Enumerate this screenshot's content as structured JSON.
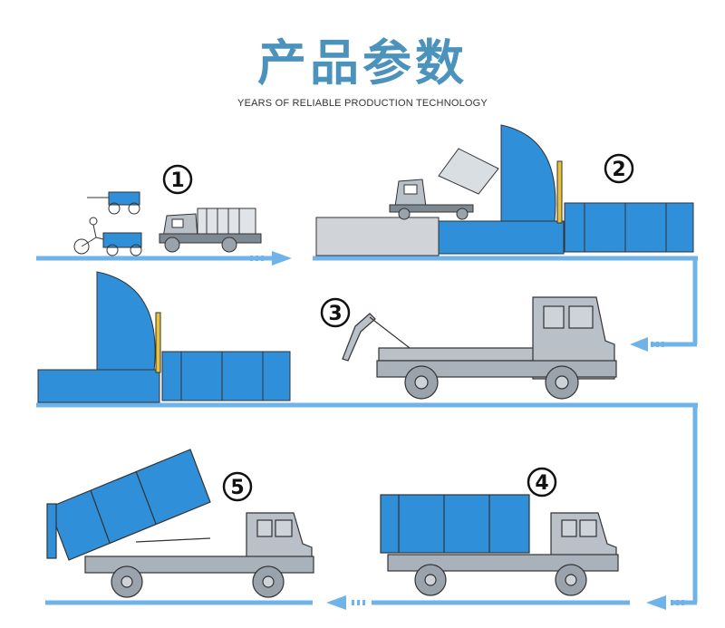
{
  "header": {
    "title": "产品参数",
    "subtitle": "YEARS OF RELIABLE PRODUCTION TECHNOLOGY"
  },
  "steps": [
    {
      "number": "1"
    },
    {
      "number": "2"
    },
    {
      "number": "3"
    },
    {
      "number": "4"
    },
    {
      "number": "5"
    }
  ],
  "colors": {
    "accent": "#4b93bd",
    "container_blue": "#2f8fd8",
    "flow_line": "#6fb3e8",
    "truck_gray": "#a9b2bb"
  }
}
